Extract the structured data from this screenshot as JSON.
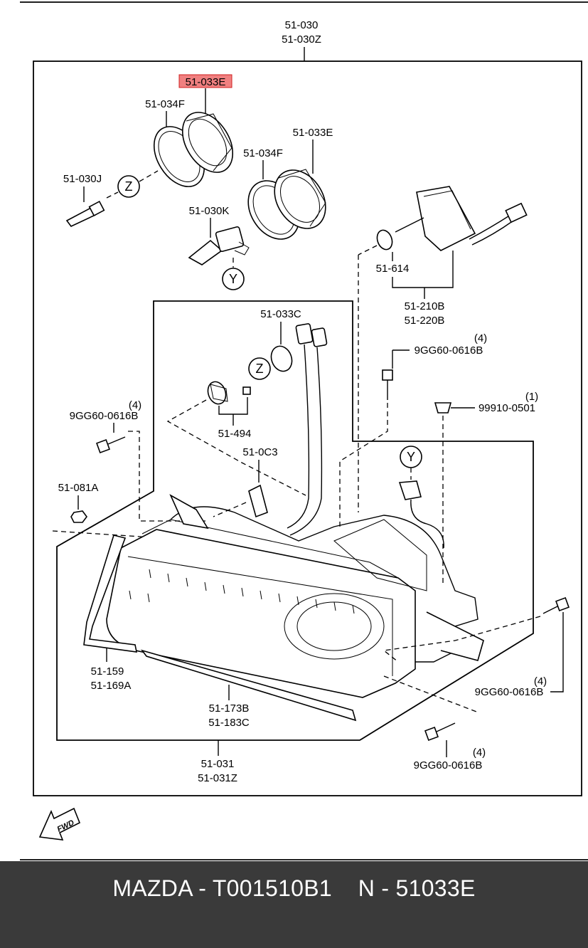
{
  "labels": {
    "assembly_top": "51-030",
    "assembly_top_z": "51-030Z",
    "highlighted": "51-033E",
    "ring_left": "51-034F",
    "ring_right": "51-034F",
    "socket_right": "51-033E",
    "bulb_h1": "51-030J",
    "bulb_h3": "51-030K",
    "ref_z_top": "Z",
    "ref_y_top": "Y",
    "oring": "51-614",
    "actuator_l": "51-210B",
    "actuator_r": "51-220B",
    "socket_c": "51-033C",
    "ref_z_mid": "Z",
    "bolt_top_qty": "(4)",
    "bolt_top": "9GG60-0616B",
    "clip_qty": "(1)",
    "clip": "99910-0501",
    "bolt_left_qty": "(4)",
    "bolt_left": "9GG60-0616B",
    "socket_494": "51-494",
    "cover_0c3": "51-0C3",
    "nut_081a": "51-081A",
    "ref_y_mid": "Y",
    "trim_159": "51-159",
    "trim_169a": "51-169A",
    "bolt_right_qty": "(4)",
    "bolt_right": "9GG60-0616B",
    "mold_173b": "51-173B",
    "mold_183c": "51-183C",
    "bolt_bottom_qty": "(4)",
    "bolt_bottom": "9GG60-0616B",
    "housing": "51-031",
    "housing_z": "51-031Z",
    "fwd": "FWD"
  },
  "colors": {
    "highlight_fill": "#f08080",
    "highlight_stroke": "#d02020",
    "footer_bg": "#3a3a3a",
    "footer_text": "#ffffff"
  },
  "footer": {
    "caption": "MAZDA - T001510B1    N - 51033E"
  }
}
